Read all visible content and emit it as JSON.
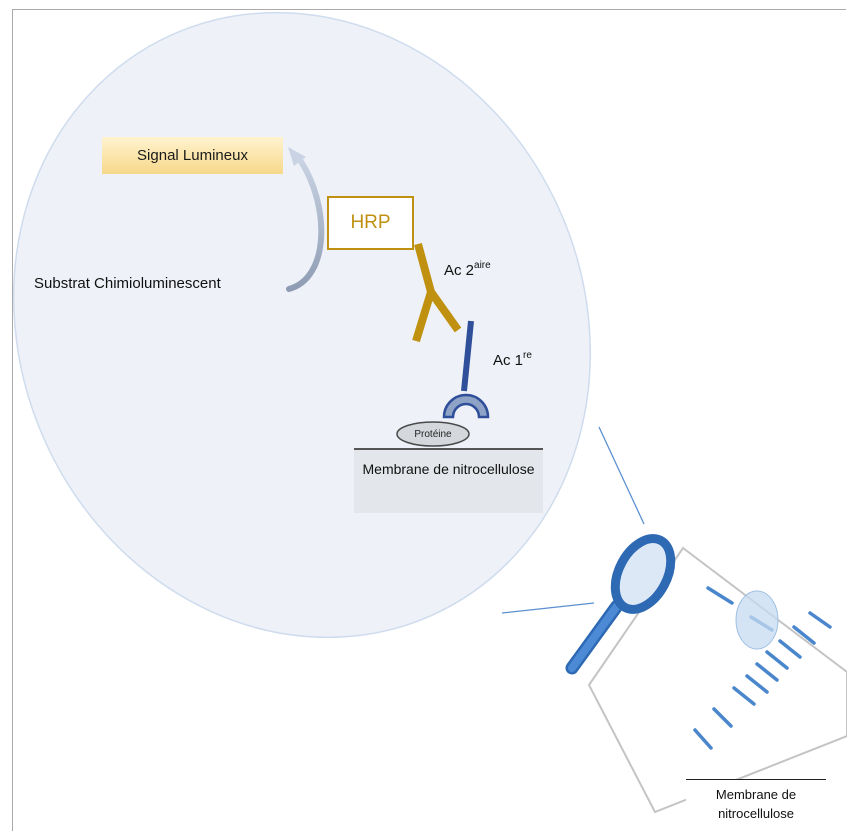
{
  "labels": {
    "signal": "Signal Lumineux",
    "hrp": "HRP",
    "substrat": "Substrat Chimioluminescent",
    "ac2_base": "Ac 2",
    "ac2_sup": "aire",
    "ac1_base": "Ac 1",
    "ac1_sup": "re",
    "proteine": "Protéine",
    "membrane_zoom": "Membrane de nitrocellulose",
    "membrane_blot": "Membrane de nitrocellulose"
  },
  "colors": {
    "secondary_antibody": "#c09111",
    "primary_antibody": "#2f4f9a",
    "zoom_bubble": "#eef2f8",
    "magnifier": "#3d7cc9",
    "bands": "#4a86cc"
  }
}
